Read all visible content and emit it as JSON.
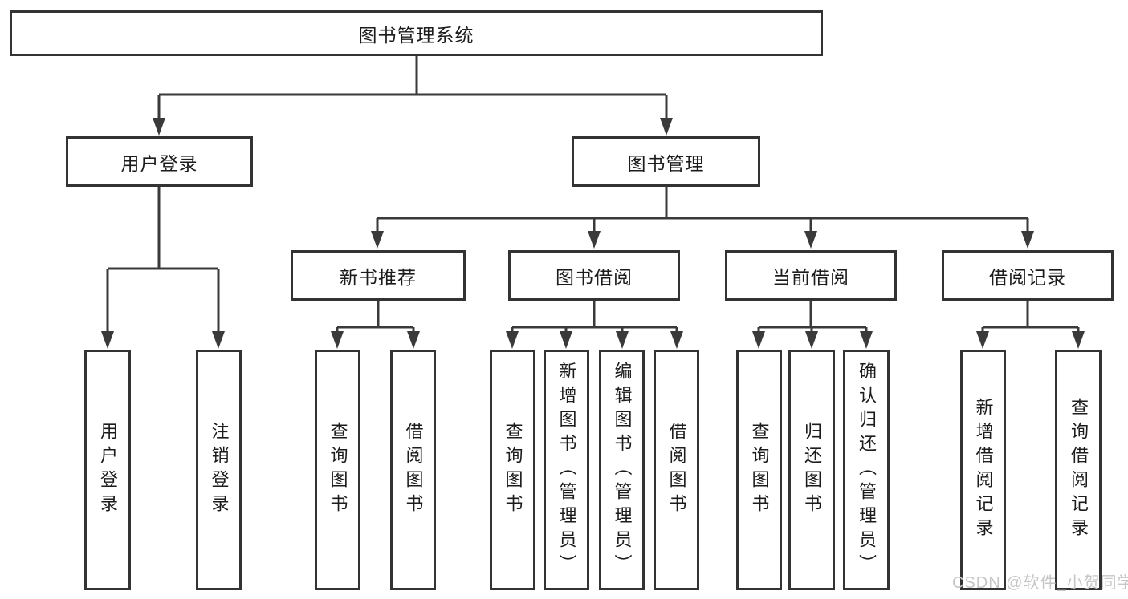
{
  "colors": {
    "line": "#3a3a3a",
    "border": "#333333",
    "text": "#1c1c1c",
    "background": "#ffffff",
    "watermark": "#c6c6c6"
  },
  "watermark": {
    "text": "CSDN @软件_小贺同学"
  },
  "tree": {
    "root": {
      "label": "图书管理系统"
    },
    "branches": [
      {
        "label": "用户登录",
        "children": [
          {
            "label": "用户登录"
          },
          {
            "label": "注销登录"
          }
        ]
      },
      {
        "label": "图书管理",
        "children": [
          {
            "label": "新书推荐",
            "children": [
              {
                "label": "查询图书"
              },
              {
                "label": "借阅图书"
              }
            ]
          },
          {
            "label": "图书借阅",
            "children": [
              {
                "label": "查询图书"
              },
              {
                "label": "新增图书（管理员）"
              },
              {
                "label": "编辑图书（管理员）"
              },
              {
                "label": "借阅图书"
              }
            ]
          },
          {
            "label": "当前借阅",
            "children": [
              {
                "label": "查询图书"
              },
              {
                "label": "归还图书"
              },
              {
                "label": "确认归还（管理员）"
              }
            ]
          },
          {
            "label": "借阅记录",
            "children": [
              {
                "label": "新增借阅记录"
              },
              {
                "label": "查询借阅记录"
              }
            ]
          }
        ]
      }
    ]
  }
}
